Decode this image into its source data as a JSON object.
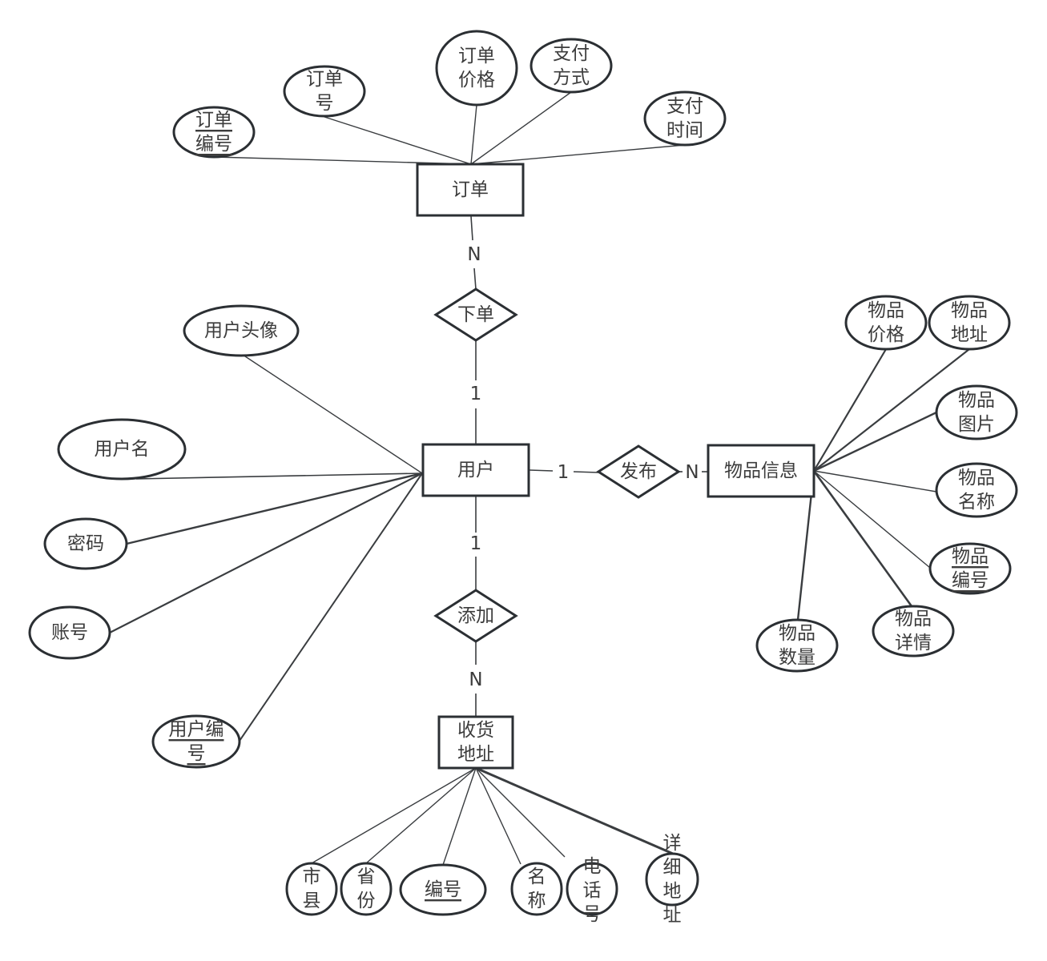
{
  "diagram": {
    "type": "er-diagram",
    "entities": [
      {
        "id": "order",
        "label": "订单"
      },
      {
        "id": "user",
        "label": "用户"
      },
      {
        "id": "item",
        "label": "物品信息"
      },
      {
        "id": "address",
        "label": "收货\n地址"
      }
    ],
    "relationships": [
      {
        "id": "place_order",
        "label": "下单",
        "from": "user",
        "from_card": "1",
        "to": "order",
        "to_card": "N"
      },
      {
        "id": "publish",
        "label": "发布",
        "from": "user",
        "from_card": "1",
        "to": "item",
        "to_card": "N"
      },
      {
        "id": "add",
        "label": "添加",
        "from": "user",
        "from_card": "1",
        "to": "address",
        "to_card": "N"
      }
    ],
    "attributes": [
      {
        "id": "order_id",
        "entity": "order",
        "label": "订单\n编号",
        "key": true
      },
      {
        "id": "order_no",
        "entity": "order",
        "label": "订单\n号",
        "key": false
      },
      {
        "id": "order_price",
        "entity": "order",
        "label": "订单\n价格",
        "key": false
      },
      {
        "id": "pay_method",
        "entity": "order",
        "label": "支付\n方式",
        "key": false
      },
      {
        "id": "pay_time",
        "entity": "order",
        "label": "支付\n时间",
        "key": false
      },
      {
        "id": "user_avatar",
        "entity": "user",
        "label": "用户头像",
        "key": false
      },
      {
        "id": "user_name",
        "entity": "user",
        "label": "用户名",
        "key": false
      },
      {
        "id": "password",
        "entity": "user",
        "label": "密码",
        "key": false
      },
      {
        "id": "account",
        "entity": "user",
        "label": "账号",
        "key": false
      },
      {
        "id": "user_id",
        "entity": "user",
        "label": "用户编\n号",
        "key": true
      },
      {
        "id": "item_price",
        "entity": "item",
        "label": "物品\n价格",
        "key": false
      },
      {
        "id": "item_location",
        "entity": "item",
        "label": "物品\n地址",
        "key": false
      },
      {
        "id": "item_image",
        "entity": "item",
        "label": "物品\n图片",
        "key": false
      },
      {
        "id": "item_name",
        "entity": "item",
        "label": "物品\n名称",
        "key": false
      },
      {
        "id": "item_id",
        "entity": "item",
        "label": "物品\n编号",
        "key": true
      },
      {
        "id": "item_detail",
        "entity": "item",
        "label": "物品\n详情",
        "key": false
      },
      {
        "id": "item_quantity",
        "entity": "item",
        "label": "物品\n数量",
        "key": false
      },
      {
        "id": "city",
        "entity": "address",
        "label": "市\n县",
        "key": false
      },
      {
        "id": "province",
        "entity": "address",
        "label": "省\n份",
        "key": false
      },
      {
        "id": "address_id",
        "entity": "address",
        "label": "编号",
        "key": true
      },
      {
        "id": "recipient_name",
        "entity": "address",
        "label": "名\n称",
        "key": false
      },
      {
        "id": "phone",
        "entity": "address",
        "label": "电\n话\n号",
        "key": false
      },
      {
        "id": "detail_address",
        "entity": "address",
        "label": "详\n细\n地\n址",
        "key": false
      }
    ]
  }
}
